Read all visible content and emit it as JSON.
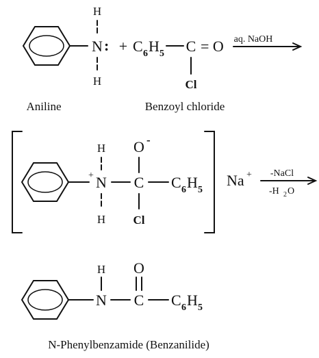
{
  "reaction1": {
    "amine_h": "H",
    "amine_n": "N",
    "lone_pair": ":",
    "plus": "+",
    "benzoyl_c": "C",
    "benzoyl_h": "H",
    "benzoyl_c_sub": "6",
    "benzoyl_h_sub": "5",
    "carbonyl_c": "C",
    "equals_o": "= O",
    "chlorine": "Cl",
    "reagent": "aq. NaOH",
    "label_aniline": "Aniline",
    "label_benzoyl_chloride": "Benzoyl chloride"
  },
  "intermediate": {
    "h_top": "H",
    "h_bottom": "H",
    "n_plus": "+",
    "n": "N",
    "o_minus_o": "O",
    "o_minus_sign": "-",
    "c": "C",
    "c6h5_c": "C",
    "c6h5_c_sub": "6",
    "c6h5_h": "H",
    "c6h5_h_sub": "5",
    "cl": "Cl",
    "na": "Na",
    "na_charge": "+",
    "reagent_top": "-NaCl",
    "reagent_bottom_h": "-H",
    "reagent_bottom_sub": "2",
    "reagent_bottom_o": "O"
  },
  "product": {
    "h": "H",
    "n": "N",
    "o": "O",
    "c": "C",
    "c6h5_c": "C",
    "c6h5_c_sub": "6",
    "c6h5_h": "H",
    "c6h5_h_sub": "5",
    "label": "N-Phenylbenzamide (Benzanilide)"
  }
}
